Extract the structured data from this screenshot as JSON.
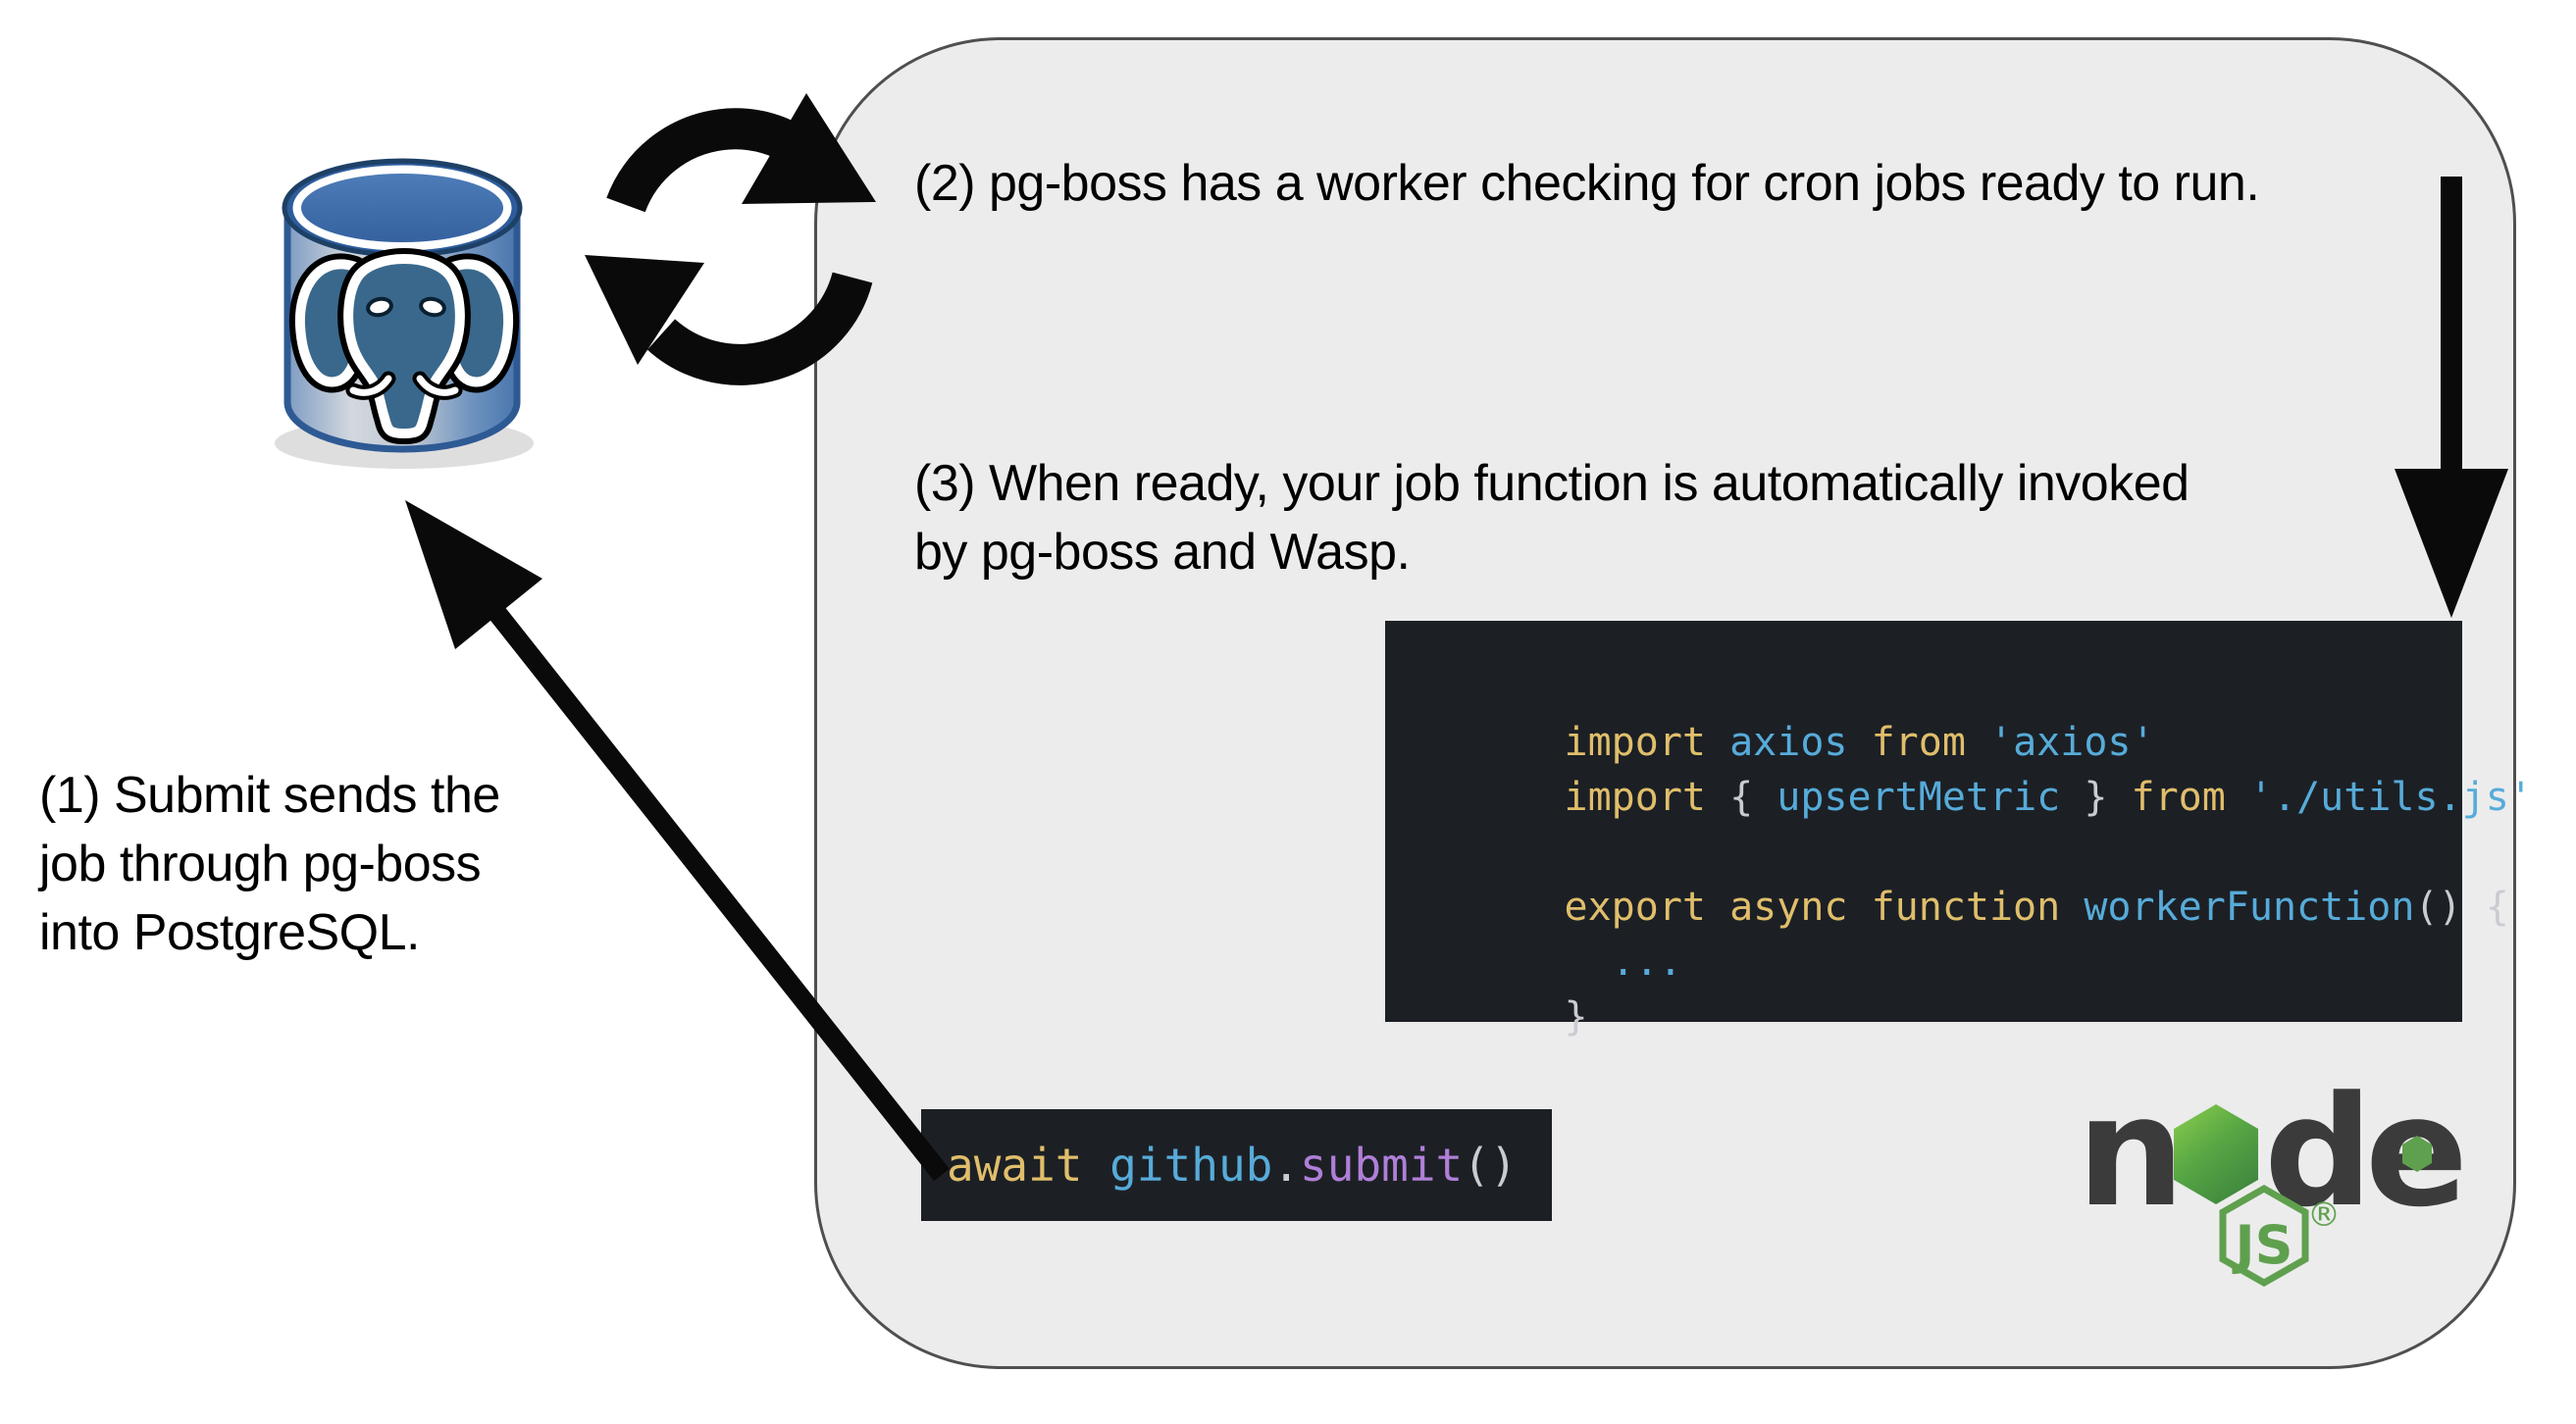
{
  "colors": {
    "background": "#ffffff",
    "panel_fill": "#ececec",
    "panel_border": "#4f4f4f",
    "text": "#000000",
    "code_background": "#1c2025",
    "syntax_keyword": "#e0be6b",
    "syntax_identifier": "#57abd9",
    "syntax_string": "#57abd9",
    "syntax_punctuation": "#c9ccd1",
    "syntax_function": "#b07fd8",
    "arrow": "#0a0a0a",
    "node_wordmark": "#3b3b3b",
    "node_green": "#5fa04e",
    "node_hex_light": "#8ecf4e",
    "node_hex_dark": "#3f873f",
    "postgres_elephant_fill": "#39688c",
    "postgres_cylinder_top": "#3d6da8"
  },
  "steps": {
    "step1_lines": [
      "(1) Submit sends the",
      "job through pg-boss",
      "into PostgreSQL."
    ],
    "step2": "(2) pg-boss has a worker checking for cron jobs ready to run.",
    "step3_lines": [
      "(3) When ready, your job function is automatically invoked",
      "by pg-boss and Wasp."
    ]
  },
  "worker_code": {
    "lines": [
      {
        "tokens": [
          {
            "t": "import ",
            "c": "kw"
          },
          {
            "t": "axios",
            "c": "id"
          },
          {
            "t": " from ",
            "c": "kw"
          },
          {
            "t": "'axios'",
            "c": "str"
          }
        ]
      },
      {
        "tokens": [
          {
            "t": "import ",
            "c": "kw"
          },
          {
            "t": "{ ",
            "c": "br"
          },
          {
            "t": "upsertMetric",
            "c": "id"
          },
          {
            "t": " } ",
            "c": "br"
          },
          {
            "t": "from ",
            "c": "kw"
          },
          {
            "t": "'./utils.js'",
            "c": "str"
          }
        ]
      },
      {
        "tokens": []
      },
      {
        "tokens": [
          {
            "t": "export async function ",
            "c": "kw"
          },
          {
            "t": "workerFunction",
            "c": "id"
          },
          {
            "t": "() {",
            "c": "br"
          }
        ]
      },
      {
        "tokens": [
          {
            "t": "  ...",
            "c": "id"
          }
        ]
      },
      {
        "tokens": [
          {
            "t": "}",
            "c": "br"
          }
        ]
      }
    ]
  },
  "submit_code": {
    "tokens": [
      {
        "t": "await ",
        "c": "kw"
      },
      {
        "t": "github",
        "c": "id"
      },
      {
        "t": ".",
        "c": "br"
      },
      {
        "t": "submit",
        "c": "fn"
      },
      {
        "t": "()",
        "c": "br"
      }
    ]
  },
  "node_logo": {
    "letters_pre": "n",
    "letters_post": "de",
    "badge": "JS",
    "registered": "®"
  },
  "icons": {
    "postgresql": "postgresql-database-icon",
    "sync": "sync-cycle-arrows-icon",
    "down_arrow": "down-arrow",
    "submit_arrow": "submit-to-postgres-arrow",
    "nodejs": "nodejs-logo"
  }
}
